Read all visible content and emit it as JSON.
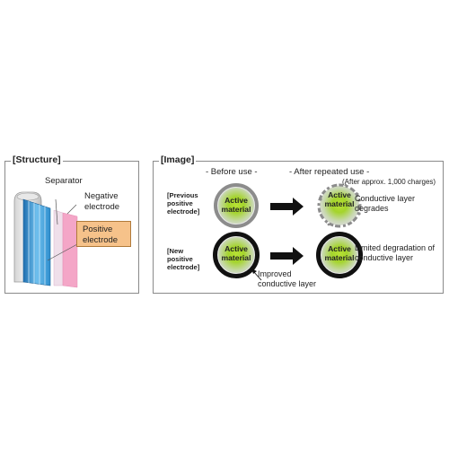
{
  "structure": {
    "title": "[Structure]",
    "separator_label": "Separator",
    "negative_label_line1": "Negative",
    "negative_label_line2": "electrode",
    "positive_label_line1": "Positive",
    "positive_label_line2": "electrode"
  },
  "image": {
    "title": "[Image]",
    "before_use": "- Before use -",
    "after_use": "- After repeated  use -",
    "after_note": "(After approx. 1,000 charges)",
    "previous_label": [
      "[Previous",
      "positive",
      "electrode]"
    ],
    "new_label": [
      "[New",
      "positive",
      "electrode]"
    ],
    "active_material_line1": "Active",
    "active_material_line2": "material",
    "degrades_line1": "Conductive layer",
    "degrades_line2": "degrades",
    "limited_line1": "Limited degradation of",
    "limited_line2": "conductive layer",
    "improved_line1": "Improved",
    "improved_line2": "conductive layer"
  },
  "colors": {
    "negative": "#4aa3d8",
    "separator": "#f2a7c8",
    "positive_box": "#f6c28a",
    "active_material": "#a4d42c"
  }
}
